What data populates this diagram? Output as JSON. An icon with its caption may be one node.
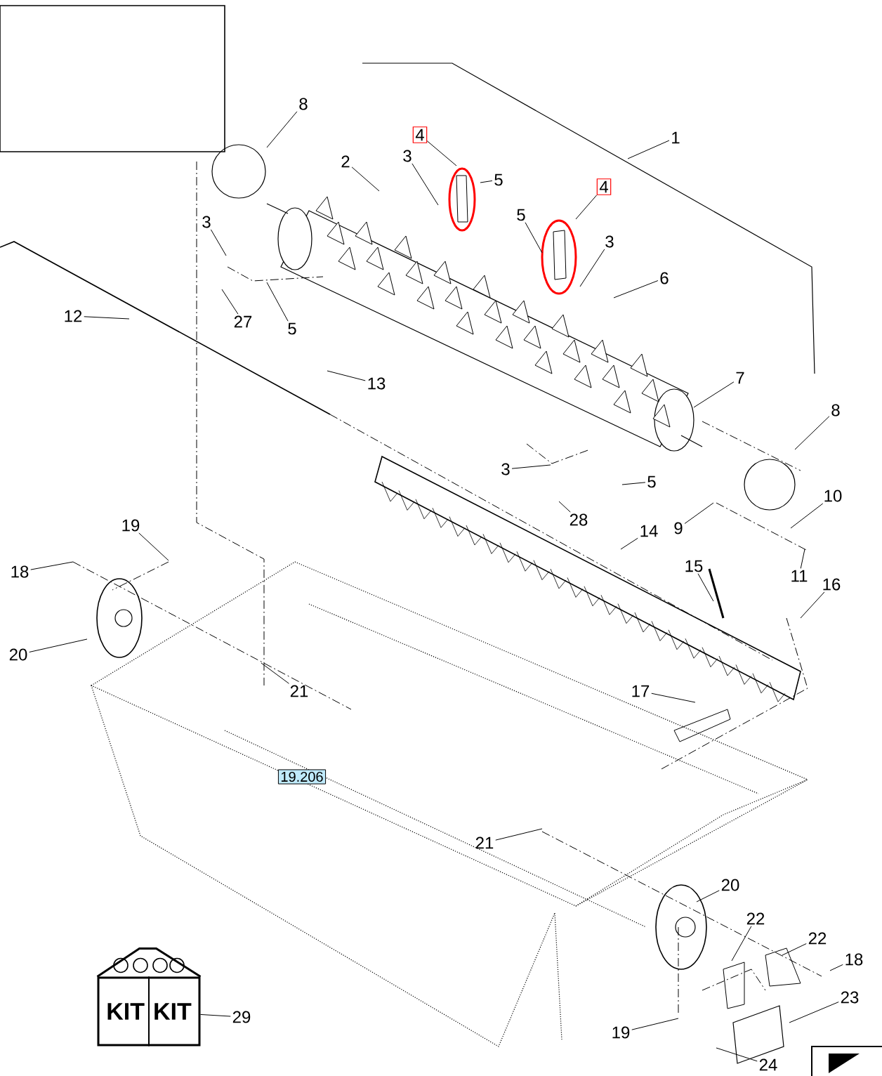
{
  "diagram": {
    "nodes": [
      {
        "text": [],
        "shape": "box"
      },
      {
        "text": [
          "8"
        ]
      },
      {
        "text": [
          "4"
        ]
      },
      {
        "text": [
          "1"
        ]
      },
      {
        "text": [
          "2"
        ]
      },
      {
        "text": [
          "3"
        ]
      },
      {
        "text": [
          "5"
        ]
      },
      {
        "text": [
          "4"
        ]
      },
      {
        "text": [
          "5"
        ]
      },
      {
        "text": [
          "3"
        ]
      },
      {
        "text": [
          "3"
        ]
      },
      {
        "text": [
          "6"
        ]
      },
      {
        "text": [
          "12"
        ]
      },
      {
        "text": [
          "27"
        ]
      },
      {
        "text": [
          "5"
        ]
      },
      {
        "text": [
          "13"
        ]
      },
      {
        "text": [
          "7"
        ]
      },
      {
        "text": [
          "8"
        ]
      },
      {
        "text": [
          "3"
        ]
      },
      {
        "text": [
          "5"
        ]
      },
      {
        "text": [
          "10"
        ]
      },
      {
        "text": [
          "28"
        ]
      },
      {
        "text": [
          "14"
        ]
      },
      {
        "text": [
          "9"
        ]
      },
      {
        "text": [
          "19"
        ]
      },
      {
        "text": [
          "18"
        ]
      },
      {
        "text": [
          "15"
        ]
      },
      {
        "text": [
          "11"
        ]
      },
      {
        "text": [
          "16"
        ]
      },
      {
        "text": [
          "20"
        ]
      },
      {
        "text": [
          "21"
        ]
      },
      {
        "text": [
          "17"
        ]
      },
      {
        "text": [
          "19.206"
        ]
      },
      {
        "text": [
          "21"
        ]
      },
      {
        "text": [
          "20"
        ]
      },
      {
        "text": [
          "22"
        ]
      },
      {
        "text": [
          "22"
        ]
      },
      {
        "text": [
          "18"
        ]
      },
      {
        "text": [
          "23"
        ]
      },
      {
        "text": [
          "KIT",
          "KIT"
        ]
      },
      {
        "text": [
          "29"
        ]
      },
      {
        "text": [
          "19"
        ]
      },
      {
        "text": [
          "24"
        ]
      }
    ],
    "edges": [
      {
        "from": 1,
        "to": null,
        "arrow": "none"
      },
      {
        "from": 2,
        "to": null,
        "arrow": "none"
      },
      {
        "from": 3,
        "to": null,
        "arrow": "none"
      },
      {
        "from": 4,
        "to": null,
        "arrow": "none"
      },
      {
        "from": 5,
        "to": null,
        "arrow": "none"
      },
      {
        "from": 6,
        "to": null,
        "arrow": "none"
      },
      {
        "from": 7,
        "to": null,
        "arrow": "none"
      },
      {
        "from": 8,
        "to": null,
        "arrow": "none"
      },
      {
        "from": 9,
        "to": null,
        "arrow": "none"
      },
      {
        "from": 10,
        "to": null,
        "arrow": "none"
      },
      {
        "from": 11,
        "to": null,
        "arrow": "none"
      },
      {
        "from": 12,
        "to": null,
        "arrow": "none"
      },
      {
        "from": 13,
        "to": null,
        "arrow": "none"
      },
      {
        "from": 14,
        "to": null,
        "arrow": "none"
      },
      {
        "from": 15,
        "to": null,
        "arrow": "none"
      },
      {
        "from": 16,
        "to": null,
        "arrow": "none"
      },
      {
        "from": 17,
        "to": null,
        "arrow": "none"
      },
      {
        "from": 18,
        "to": null,
        "arrow": "none"
      },
      {
        "from": 19,
        "to": null,
        "arrow": "none"
      },
      {
        "from": 20,
        "to": null,
        "arrow": "none"
      },
      {
        "from": 21,
        "to": null,
        "arrow": "none"
      },
      {
        "from": 22,
        "to": null,
        "arrow": "none"
      },
      {
        "from": 23,
        "to": null,
        "arrow": "none"
      },
      {
        "from": 24,
        "to": null,
        "arrow": "none"
      },
      {
        "from": 25,
        "to": null,
        "arrow": "none"
      },
      {
        "from": 26,
        "to": null,
        "arrow": "none"
      },
      {
        "from": 27,
        "to": null,
        "arrow": "none"
      },
      {
        "from": 28,
        "to": null,
        "arrow": "none"
      },
      {
        "from": 29,
        "to": null,
        "arrow": "none"
      },
      {
        "from": 30,
        "to": null,
        "arrow": "none"
      },
      {
        "from": 31,
        "to": null,
        "arrow": "none"
      },
      {
        "from": 33,
        "to": null,
        "arrow": "none"
      },
      {
        "from": 34,
        "to": null,
        "arrow": "none"
      },
      {
        "from": 35,
        "to": null,
        "arrow": "none"
      },
      {
        "from": 36,
        "to": null,
        "arrow": "none"
      },
      {
        "from": 37,
        "to": null,
        "arrow": "none"
      },
      {
        "from": 38,
        "to": null,
        "arrow": "none"
      },
      {
        "from": 40,
        "to": 39,
        "arrow": "none"
      },
      {
        "from": 41,
        "to": null,
        "arrow": "none"
      },
      {
        "from": 42,
        "to": null,
        "arrow": "none"
      }
    ]
  }
}
